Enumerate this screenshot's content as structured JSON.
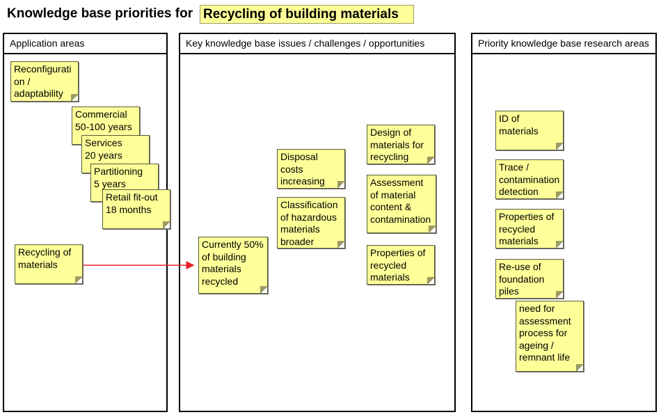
{
  "title": {
    "prefix": "Knowledge base priorities for",
    "topic": "Recycling of building materials"
  },
  "panels": {
    "application": {
      "header": "Application areas"
    },
    "issues": {
      "header": "Key knowledge base issues / challenges / opportunities"
    },
    "research": {
      "header": "Priority knowledge base research areas"
    }
  },
  "notes": {
    "reconfiguration": "Reconfigurati\non /\nadaptability",
    "commercial": "Commercial\n50-100 years",
    "services": "Services\n20 years",
    "partitioning": "Partitioning\n5 years",
    "retail": "Retail fit-out\n18 months",
    "recycling": "Recycling of\nmaterials",
    "currently": "Currently 50%\nof building\nmaterials\nrecycled",
    "disposal": "Disposal\ncosts\nincreasing",
    "classification": "Classification\nof hazardous\nmaterials\nbroader",
    "design": "Design of\nmaterials for\nrecycling",
    "assessment": "Assessment\nof material\ncontent &\ncontamination",
    "properties_mid": "Properties of\nrecycled\nmaterials",
    "id": "ID of\nmaterials",
    "trace": "Trace /\ncontamination\ndetection",
    "properties_right": "Properties of\nrecycled\nmaterials",
    "reuse": "Re-use of\nfoundation\npiles",
    "need": "need for\nassessment\nprocess for\nageing /\nremnant life"
  },
  "colors": {
    "note_fill": "#ffff99",
    "arrow": "#e8202a"
  }
}
